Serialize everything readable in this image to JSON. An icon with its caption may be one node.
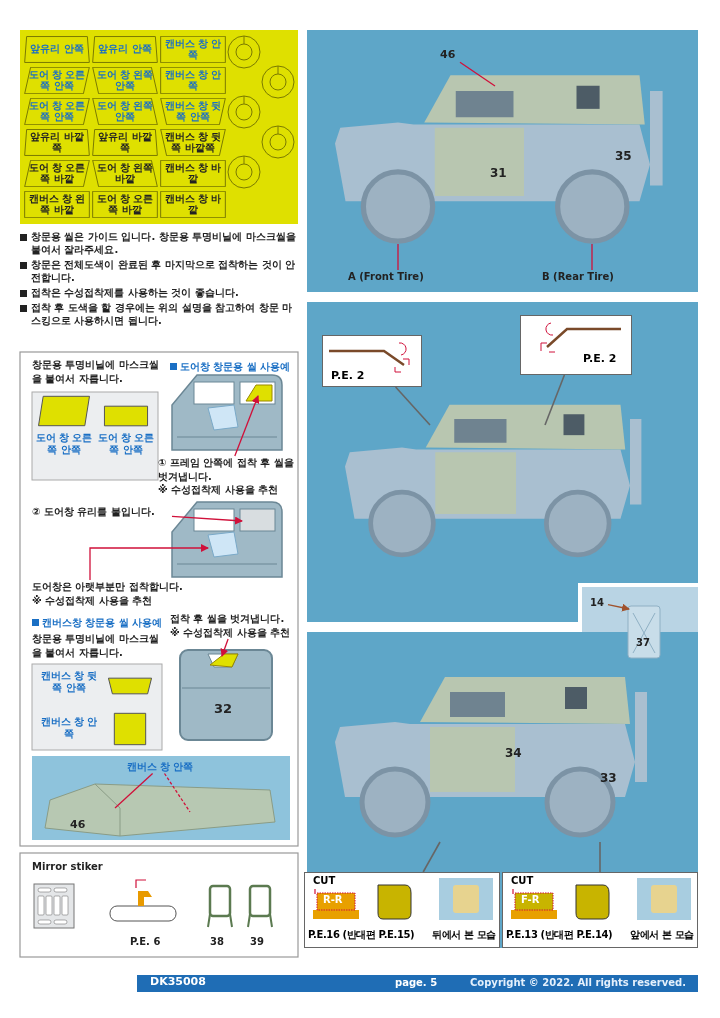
{
  "diagram": {
    "nodes": [
      {
        "text": [
          "앞유리 안쪽"
        ]
      },
      {
        "text": [
          "앞유리 안쪽"
        ]
      },
      {
        "text": [
          "도어 창 오른쪽 안쪽"
        ]
      },
      {
        "text": [
          "도어 창 왼쪽 안쪽"
        ]
      },
      {
        "text": [
          "캔버스 창 안쪽"
        ]
      },
      {
        "text": [
          "도어 창 오른쪽 안쪽"
        ]
      },
      {
        "text": [
          "도어 창 왼쪽 안쪽"
        ]
      },
      {
        "text": [
          "캔버스 창 뒷쪽 안쪽"
        ]
      },
      {
        "text": [
          "캔버스 창 안쪽"
        ]
      },
      {
        "text": [
          "앞유리 바깥쪽"
        ]
      },
      {
        "text": [
          "앞유리 바깥쪽"
        ]
      },
      {
        "text": [
          "캔버스 창 뒷쪽 바깥쪽"
        ]
      },
      {
        "text": [
          "도어 창 오른쪽 바깥"
        ]
      },
      {
        "text": [
          "도어 창 왼쪽 바깥"
        ]
      },
      {
        "text": [
          "캔버스 창 바깥"
        ]
      },
      {
        "text": [
          "캔버스 창 바깥"
        ]
      },
      {
        "text": [
          "캔버스 창 왼쪽 바깥"
        ]
      },
      {
        "text": [
          "도어 창 오른쪽 바깥"
        ]
      },
      {
        "text": [],
        "shape": "circle"
      },
      {
        "text": [],
        "shape": "circle"
      },
      {
        "text": [],
        "shape": "circle"
      },
      {
        "text": [],
        "shape": "circle"
      },
      {
        "text": [],
        "shape": "circle"
      },
      {
        "text": [
          "도어 창 오른쪽 안쪽"
        ]
      },
      {
        "text": [
          "도어 창 오른쪽 안쪽"
        ]
      },
      {
        "text": [
          "캔버스 창 뒷쪽 안쪽"
        ]
      },
      {
        "text": [
          "캔버스 창 안쪽"
        ]
      },
      {
        "text": [
          "① 프레임 안쪽에 접착 후 씰을 벗겨냅니다.",
          "※ 수성접착제 사용을 추천"
        ]
      },
      {
        "text": [
          "② 도어창 유리를 붙입니다."
        ]
      },
      {
        "text": [
          "도어창은 아랫부분만 접착합니다.",
          "※ 수성접착제 사용을 추천"
        ]
      },
      {
        "text": [
          "접착 후 씰을 벗겨냅니다.",
          "※ 수성접착제 사용을 추천"
        ]
      },
      {
        "text": [
          "캔버스 창 안쪽"
        ]
      },
      {
        "text": [
          "46"
        ]
      },
      {
        "text": [
          "A (Front Tire)"
        ]
      },
      {
        "text": [
          "B (Rear Tire)"
        ]
      },
      {
        "text": [
          "14"
        ]
      },
      {
        "text": [
          "P.E. 2"
        ]
      },
      {
        "text": [
          "P.E. 2"
        ]
      },
      {
        "text": [
          "CUT",
          "R-R",
          "P.E.16 (반대편 P.E.15)",
          "뒤에서 본 모습"
        ]
      },
      {
        "text": [
          "CUT",
          "F-R",
          "P.E.13 (반대편 P.E.14)",
          "앞에서 본 모습"
        ]
      },
      {
        "text": [],
        "shape": "picture"
      },
      {
        "text": [],
        "shape": "picture"
      },
      {
        "text": [],
        "shape": "picture"
      },
      {
        "text": [],
        "shape": "picture"
      },
      {
        "text": [],
        "shape": "picture"
      },
      {
        "text": [],
        "shape": "picture"
      },
      {
        "text": [],
        "shape": "picture"
      },
      {
        "text": [],
        "shape": "picture"
      }
    ],
    "edges": [
      {
        "from": 27,
        "to": 40,
        "arrow": "to"
      },
      {
        "from": 28,
        "to": 41,
        "arrow": "to"
      },
      {
        "from": 29,
        "to": 41,
        "arrow": "to"
      },
      {
        "from": 30,
        "to": 42,
        "arrow": "to"
      },
      {
        "from": 31,
        "to": 43,
        "arrow": "none"
      },
      {
        "from": 31,
        "to": 43,
        "arrow": "none",
        "style": "dashed"
      },
      {
        "from": 32,
        "to": 44,
        "arrow": "none"
      },
      {
        "from": 33,
        "to": 44,
        "arrow": "none"
      },
      {
        "from": 34,
        "to": 44,
        "arrow": "none"
      },
      {
        "from": 35,
        "to": 46,
        "arrow": "to",
        "color": "#a0522d"
      },
      {
        "from": 36,
        "to": 45,
        "arrow": "none",
        "color": "#666666"
      },
      {
        "from": 37,
        "to": 45,
        "arrow": "none",
        "color": "#666666"
      },
      {
        "from": 38,
        "to": 47,
        "arrow": "none",
        "color": "#666666"
      },
      {
        "from": 39,
        "to": 47,
        "arrow": "none",
        "color": "#666666"
      }
    ],
    "labels": [
      "창문용 씰은 가이드 입니다. 창문용 투명비닐에 마스크씰을 붙여서 잘라주세요.",
      "창문은 전체도색이 완료된 후 마지막으로 접착하는 것이 안전합니다.",
      "접착은 수성접착제를 사용하는 것이 좋습니다.",
      "접착 후 도색을 할 경우에는 위의 설명을 참고하여 창문 마스킹으로 사용하시면 됩니다.",
      "창문용 투명비닐에 마스크씰을 붙여서 자릅니다.",
      "도어창 창문용 씰 사용예",
      "캔버스창 창문용 씰 사용예",
      "창문용 투명비닐에 마스크씰을 붙여서 자릅니다.",
      "32",
      "46",
      "Mirror stiker",
      "P.E. 6",
      "38",
      "39",
      "31",
      "35",
      "37",
      "34",
      "33",
      "DK35008",
      "page. 5",
      "Copyright © 2022. All rights reserved."
    ]
  }
}
